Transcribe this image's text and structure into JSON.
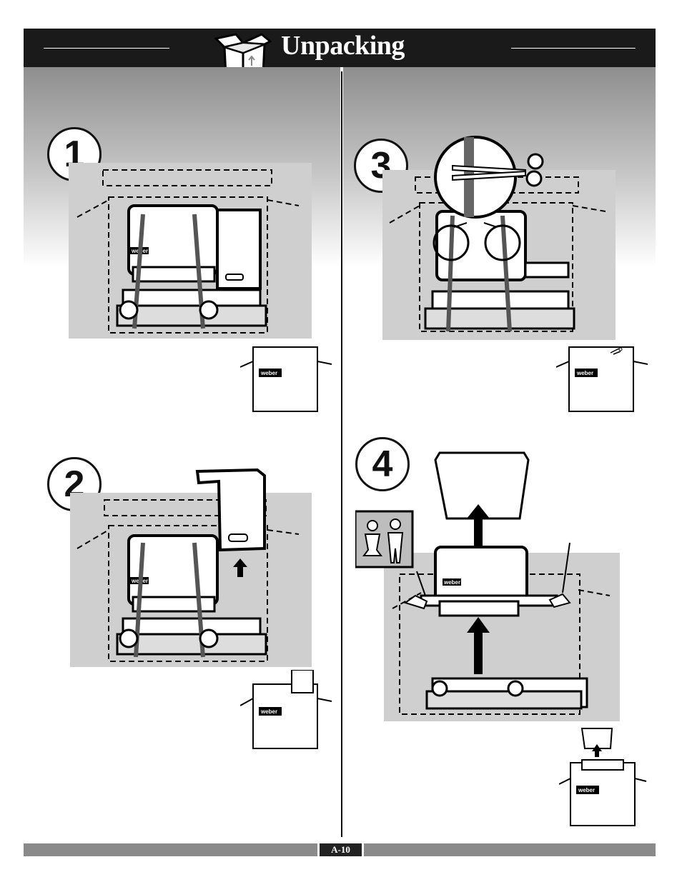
{
  "header": {
    "title": "Unpacking",
    "box_label": "UP"
  },
  "steps": [
    {
      "number": "1"
    },
    {
      "number": "2"
    },
    {
      "number": "3"
    },
    {
      "number": "4"
    }
  ],
  "brand": {
    "logo": "weber"
  },
  "footer": {
    "page_number": "A-10"
  },
  "colors": {
    "header_bg": "#1a1a1a",
    "panel_gray": "#cfcfcf",
    "footer_gray": "#8a8a8a"
  }
}
